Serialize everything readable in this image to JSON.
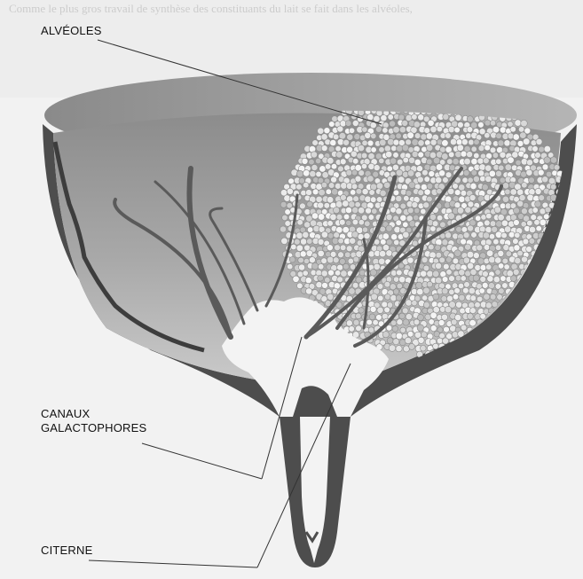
{
  "labels": {
    "alveoles": "ALVÉOLES",
    "canaux_line1": "CANAUX",
    "canaux_line2": "GALACTOPHORES",
    "citerne": "CITERNE"
  },
  "colors": {
    "background": "#f2f2f2",
    "udder_wall": "#4a4a4a",
    "interior_top": "#9a9a9a",
    "interior_bottom": "#c8c8c8",
    "cistern": "#f4f4f4",
    "alveolus": "#e6e6e6",
    "duct": "#5a5a5a"
  },
  "background_text_faint": "Comme le plus gros travail de synthèse des constituants du lait se fait dans les alvéoles,"
}
